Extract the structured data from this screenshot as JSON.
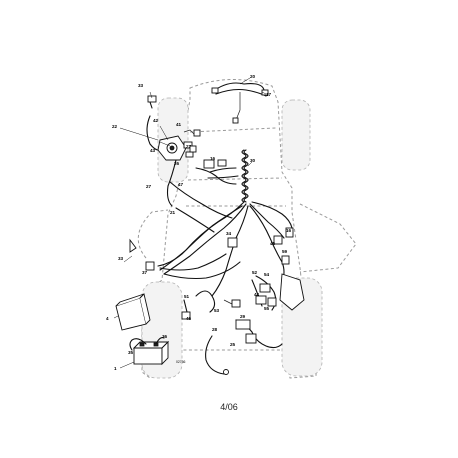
{
  "footer": {
    "date_code": "4/06"
  },
  "diagram": {
    "figure_id": "02736",
    "callouts": [
      "1",
      "4",
      "16",
      "17",
      "20",
      "21",
      "22",
      "23",
      "24",
      "25",
      "26",
      "27",
      "27",
      "28",
      "29",
      "30",
      "33",
      "34",
      "35",
      "36",
      "37",
      "38",
      "40",
      "41",
      "42",
      "43",
      "44",
      "45",
      "46",
      "47",
      "48",
      "51",
      "52",
      "53",
      "54",
      "55",
      "58",
      "59",
      "60",
      "62",
      "63"
    ]
  }
}
